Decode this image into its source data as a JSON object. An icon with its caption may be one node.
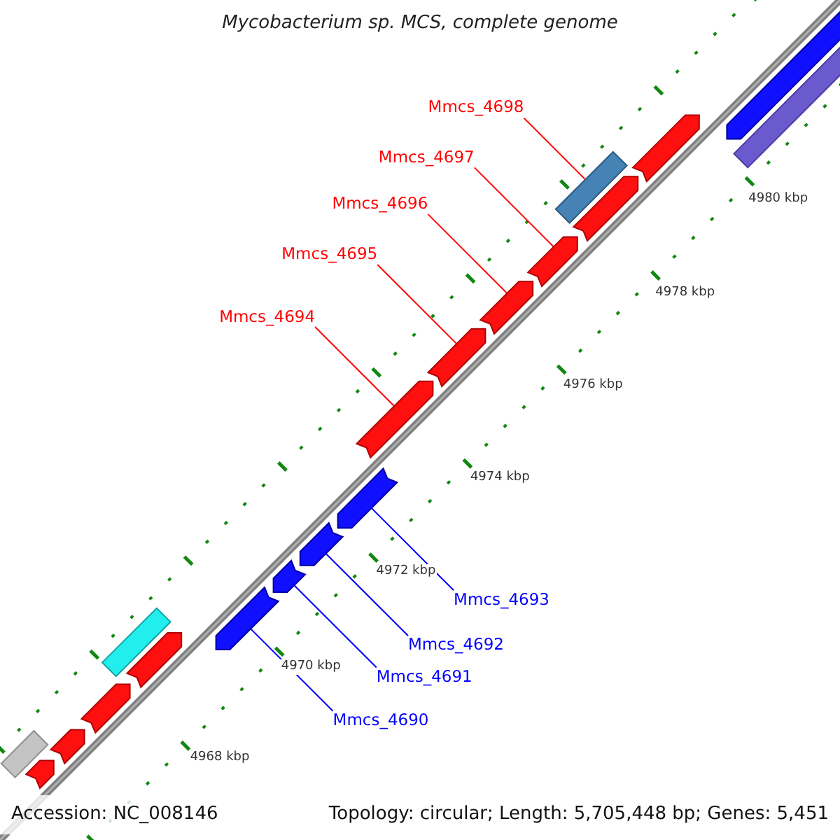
{
  "diagram": {
    "title": "Mycobacterium sp. MCS, complete genome",
    "nodes": [
      {
        "text": [
          "Mmcs_4698"
        ]
      },
      {
        "text": [
          "Mmcs_4697"
        ]
      },
      {
        "text": [
          "Mmcs_4696"
        ]
      },
      {
        "text": [
          "Mmcs_4695"
        ]
      },
      {
        "text": [
          "Mmcs_4694"
        ]
      },
      {
        "text": [
          "Mmcs_4693"
        ]
      },
      {
        "text": [
          "Mmcs_4692"
        ]
      },
      {
        "text": [
          "Mmcs_4691"
        ]
      },
      {
        "text": [
          "Mmcs_4690"
        ]
      },
      {
        "text": [],
        "shape": "box"
      },
      {
        "text": [],
        "shape": "bar"
      },
      {
        "text": [],
        "shape": "bar"
      },
      {
        "text": [],
        "shape": "bar"
      },
      {
        "text": [],
        "shape": "box"
      },
      {
        "text": [],
        "shape": "bar"
      },
      {
        "text": [],
        "shape": "bar"
      },
      {
        "text": [],
        "shape": "bar"
      },
      {
        "text": [],
        "shape": "bar"
      },
      {
        "text": [],
        "shape": "bar"
      },
      {
        "text": [],
        "shape": "bar"
      },
      {
        "text": [],
        "shape": "bar"
      },
      {
        "text": [],
        "shape": "bar"
      },
      {
        "text": [],
        "shape": "bar"
      },
      {
        "text": [],
        "shape": "box"
      },
      {
        "text": [],
        "shape": "bar"
      },
      {
        "text": [],
        "shape": "bar"
      },
      {
        "text": [],
        "shape": "bar"
      },
      {
        "text": [],
        "shape": "box"
      }
    ],
    "edges": [
      {
        "from": 0,
        "to": 23,
        "arrow": "none"
      },
      {
        "from": 1,
        "to": 22,
        "arrow": "none"
      },
      {
        "from": 2,
        "to": 21,
        "arrow": "none"
      },
      {
        "from": 3,
        "to": 20,
        "arrow": "none"
      },
      {
        "from": 4,
        "to": 19,
        "arrow": "none"
      },
      {
        "from": 5,
        "to": 18,
        "arrow": "none",
        "color": "#0000ff"
      },
      {
        "from": 6,
        "to": 17,
        "arrow": "none",
        "color": "#0000ff"
      },
      {
        "from": 7,
        "to": 16,
        "arrow": "none",
        "color": "#0000ff"
      },
      {
        "from": 8,
        "to": 15,
        "arrow": "none",
        "color": "#0000ff"
      }
    ],
    "labels": [
      "4980 kbp",
      "4978 kbp",
      "4976 kbp",
      "4974 kbp",
      "4972 kbp",
      "4970 kbp",
      "4968 kbp",
      "Accession: NC_008146",
      "Topology: circular; Length: 5,705,448 bp; Genes: 5,451"
    ]
  }
}
